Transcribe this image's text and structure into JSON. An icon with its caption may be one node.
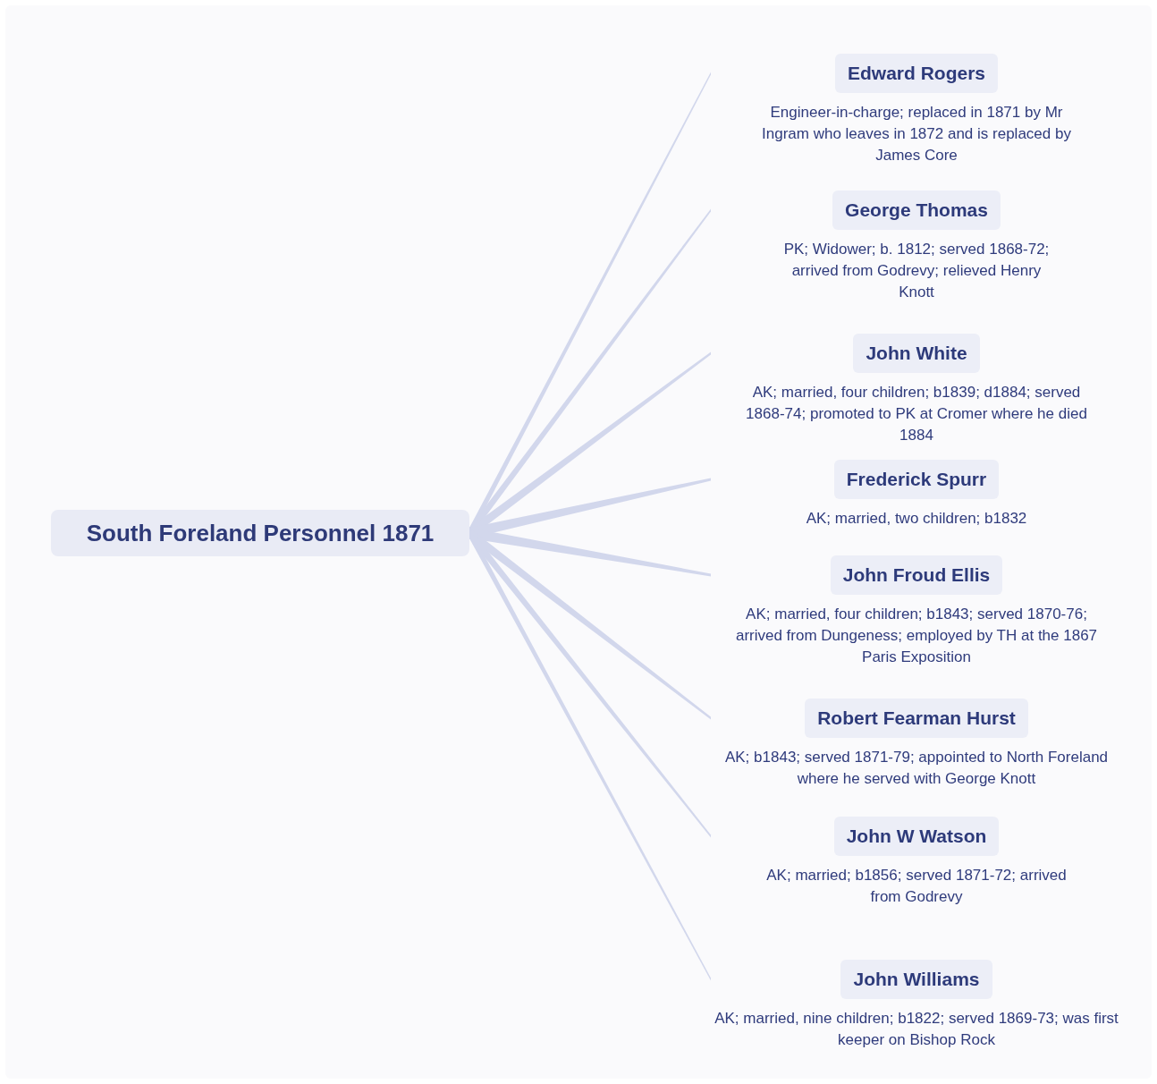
{
  "diagram": {
    "nodes": [
      {
        "text": [
          "South Foreland Personnel 1871"
        ]
      },
      {
        "text": [
          "Edward Rogers",
          "Engineer-in-charge; replaced in 1871 by Mr Ingram who leaves in 1872 and is replaced by James Core"
        ]
      },
      {
        "text": [
          "George Thomas",
          "PK; Widower; b. 1812; served 1868-72; arrived from Godrevy; relieved Henry Knott"
        ]
      },
      {
        "text": [
          "John White",
          "AK; married, four children; b1839; d1884; served 1868-74; promoted to PK at Cromer where he died 1884"
        ]
      },
      {
        "text": [
          "Frederick Spurr",
          "AK; married, two children; b1832"
        ]
      },
      {
        "text": [
          "John Froud Ellis",
          "AK; married, four children; b1843; served 1870-76; arrived from Dungeness; employed by TH at the 1867 Paris Exposition"
        ]
      },
      {
        "text": [
          "Robert Fearman Hurst",
          "AK; b1843; served 1871-79; appointed to North Foreland where he served with George Knott"
        ]
      },
      {
        "text": [
          "John W Watson",
          "AK; married; b1856; served 1871-72; arrived from Godrevy"
        ]
      },
      {
        "text": [
          "John Williams",
          "AK; married, nine children; b1822; served 1869-73; was first keeper on Bishop Rock"
        ]
      }
    ],
    "edges": [
      {
        "from": 0,
        "to": 1,
        "arrow": "none"
      },
      {
        "from": 0,
        "to": 2,
        "arrow": "none"
      },
      {
        "from": 0,
        "to": 3,
        "arrow": "none"
      },
      {
        "from": 0,
        "to": 4,
        "arrow": "none"
      },
      {
        "from": 0,
        "to": 5,
        "arrow": "none"
      },
      {
        "from": 0,
        "to": 6,
        "arrow": "none"
      },
      {
        "from": 0,
        "to": 7,
        "arrow": "none"
      },
      {
        "from": 0,
        "to": 8,
        "arrow": "none"
      }
    ]
  }
}
